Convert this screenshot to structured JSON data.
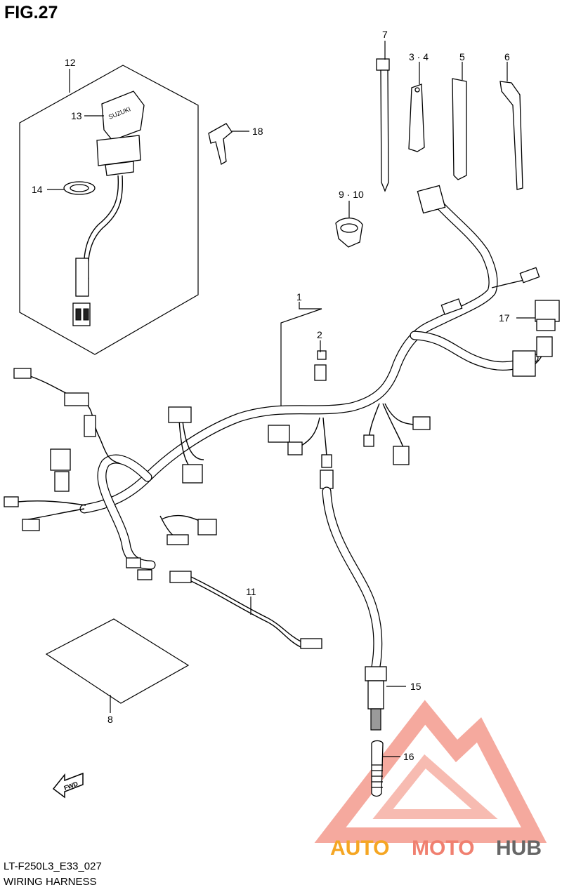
{
  "figure": {
    "title": "FIG.27",
    "code": "LT-F250L3_E33_027",
    "caption": "WIRING HARNESS"
  },
  "callouts": [
    {
      "id": "c1",
      "label": "1"
    },
    {
      "id": "c2",
      "label": "2"
    },
    {
      "id": "c34",
      "label": "3 · 4"
    },
    {
      "id": "c5",
      "label": "5"
    },
    {
      "id": "c6",
      "label": "6"
    },
    {
      "id": "c7",
      "label": "7"
    },
    {
      "id": "c8",
      "label": "8"
    },
    {
      "id": "c910",
      "label": "9 · 10"
    },
    {
      "id": "c11",
      "label": "11"
    },
    {
      "id": "c12",
      "label": "12"
    },
    {
      "id": "c13",
      "label": "13"
    },
    {
      "id": "c14",
      "label": "14"
    },
    {
      "id": "c15",
      "label": "15"
    },
    {
      "id": "c16",
      "label": "16"
    },
    {
      "id": "c17",
      "label": "17"
    },
    {
      "id": "c18",
      "label": "18"
    }
  ],
  "ignition_cap_text": "SUZUKI",
  "fwd_arrow_text": "FWD",
  "watermark": {
    "part1": "AUTO",
    "part2": "MOTO",
    "part3": "HUB",
    "color_auto": "#f5a623",
    "color_moto": "#f08070",
    "color_hub": "#666666",
    "logo_color": "#f07a70"
  }
}
